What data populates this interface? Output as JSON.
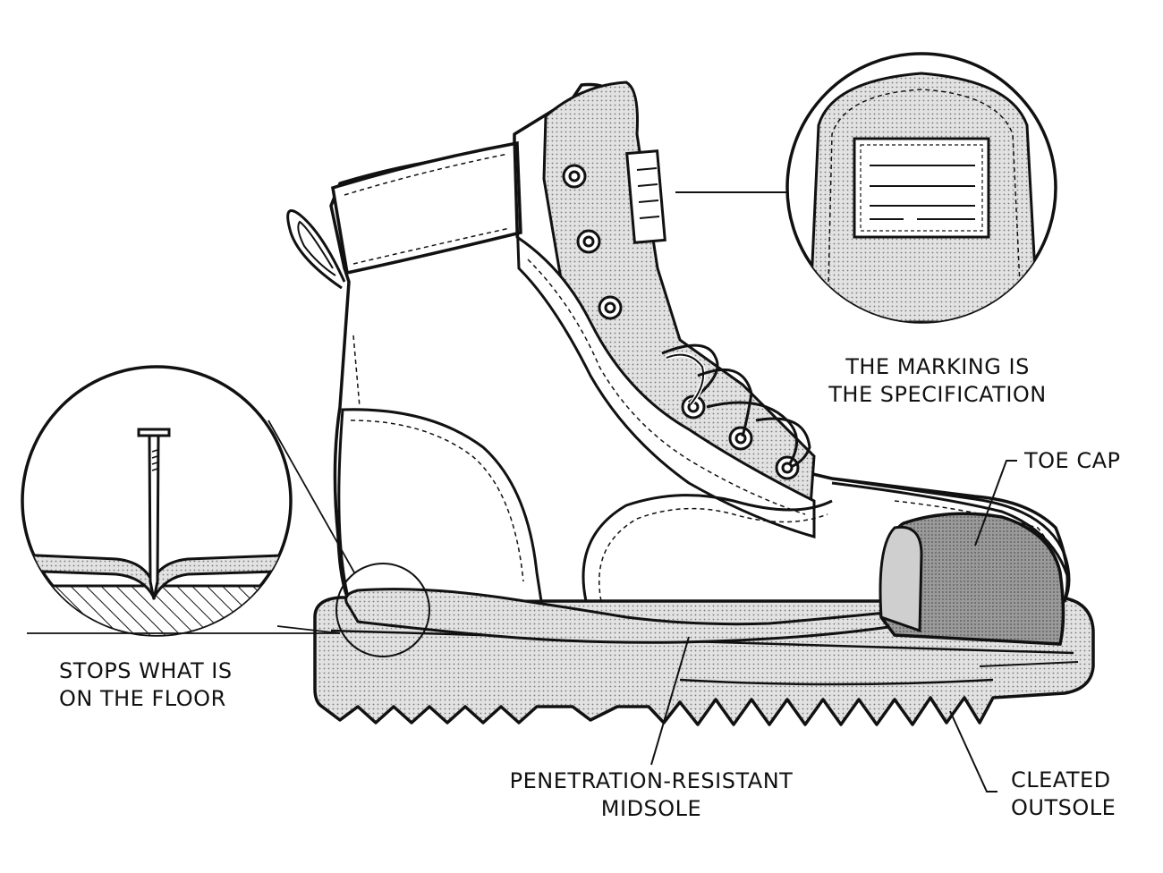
{
  "callouts": {
    "marking": {
      "line1": "THE MARKING IS",
      "line2": "THE SPECIFICATION"
    },
    "toe_cap": {
      "line1": "TOE CAP"
    },
    "floor": {
      "line1": "STOPS WHAT IS",
      "line2": "ON THE FLOOR"
    },
    "midsole": {
      "line1": "PENETRATION-RESISTANT",
      "line2": "MIDSOLE"
    },
    "outsole": {
      "line1": "CLEATED",
      "line2": "OUTSOLE"
    }
  },
  "colors": {
    "ink": "#111111",
    "background": "#ffffff",
    "shade_light": "#d9d9d9",
    "shade_mid": "#b3b3b3",
    "shade_dark": "#8c8c8c"
  },
  "icons": [
    "boot-illustration",
    "nail-icon",
    "tag-icon"
  ]
}
